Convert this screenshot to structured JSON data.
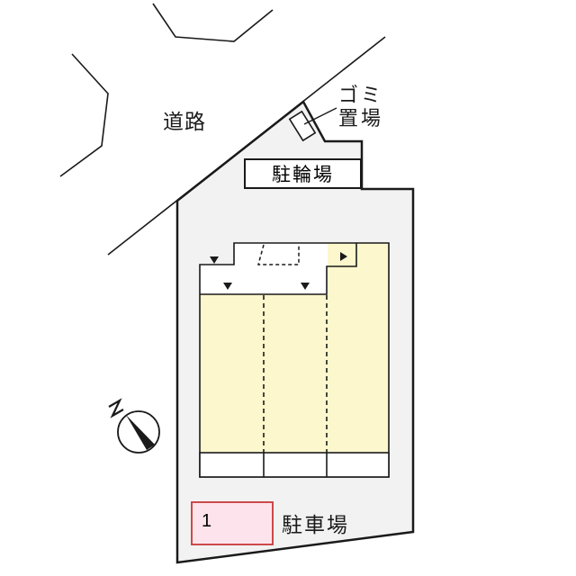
{
  "map": {
    "road_label": "道路",
    "trash_label_line1": "ゴミ",
    "trash_label_line2": "置場",
    "bicycle_parking_label": "駐輪場",
    "parking_label": "駐車場",
    "parking_spaces": [
      {
        "number": "1"
      }
    ],
    "north_label": "N",
    "colors": {
      "lot": "#f2f2f2",
      "building": "#fdf7cd",
      "parking_fill": "#fde4ec",
      "parking_border": "#cc4a4a",
      "line": "#1a1a1a"
    }
  }
}
